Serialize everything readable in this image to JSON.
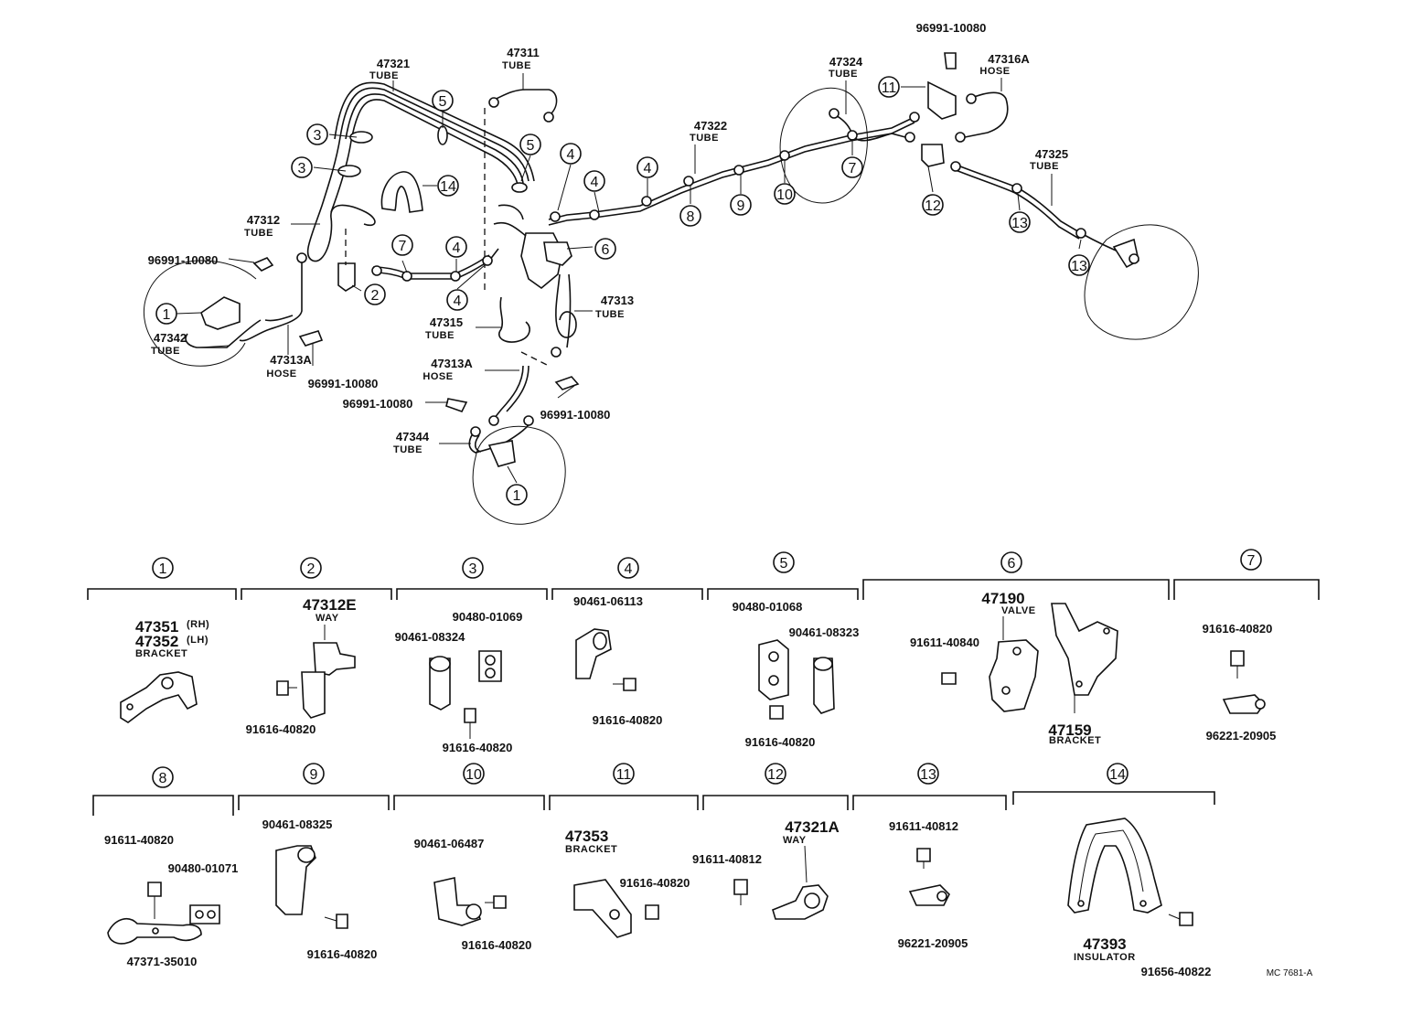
{
  "labels": {
    "tube": "TUBE",
    "hose": "HOSE",
    "way": "WAY",
    "bracket": "BRACKET",
    "valve": "VALVE",
    "insulator": "INSULATOR"
  },
  "top_parts": {
    "p47321": "47321",
    "p47311": "47311",
    "p47324": "47324",
    "p96991_top": "96991-10080",
    "p47316A": "47316A",
    "p47322": "47322",
    "p47325": "47325",
    "p47312": "47312",
    "p96991_left": "96991-10080",
    "p47342": "47342",
    "p47313A_left": "47313A",
    "p96991_mid": "96991-10080",
    "p47313": "47313",
    "p47315": "47315",
    "p47313A_mid": "47313A",
    "p96991_low": "96991-10080",
    "p96991_low2": "96991-10080",
    "p47344": "47344"
  },
  "callouts": [
    "1",
    "2",
    "3",
    "4",
    "5",
    "6",
    "7",
    "8",
    "9",
    "10",
    "11",
    "12",
    "13",
    "14"
  ],
  "groups": {
    "g1": {
      "num": "1",
      "part_a": "47351",
      "part_a_side": "(RH)",
      "part_b": "47352",
      "part_b_side": "(LH)"
    },
    "g2": {
      "num": "2",
      "part": "47312E",
      "bolt": "91616-40820"
    },
    "g3": {
      "num": "3",
      "clamp_a": "90480-01069",
      "clamp_b": "90461-08324",
      "bolt": "91616-40820"
    },
    "g4": {
      "num": "4",
      "clamp": "90461-06113",
      "bolt": "91616-40820"
    },
    "g5": {
      "num": "5",
      "clamp_a": "90480-01068",
      "clamp_b": "90461-08323",
      "bolt": "91616-40820"
    },
    "g6": {
      "num": "6",
      "valve": "47190",
      "bolt": "91611-40840",
      "bracket": "47159"
    },
    "g7": {
      "num": "7",
      "bolt": "91616-40820",
      "clamp": "96221-20905"
    },
    "g8": {
      "num": "8",
      "bolt": "91611-40820",
      "clamp": "90480-01071",
      "bracket": "47371-35010"
    },
    "g9": {
      "num": "9",
      "clamp": "90461-08325",
      "bolt": "91616-40820"
    },
    "g10": {
      "num": "10",
      "clamp": "90461-06487",
      "bolt": "91616-40820"
    },
    "g11": {
      "num": "11",
      "bracket": "47353",
      "bolt": "91616-40820"
    },
    "g12": {
      "num": "12",
      "bolt": "91611-40812",
      "way": "47321A"
    },
    "g13": {
      "num": "13",
      "bolt": "91611-40812",
      "clamp": "96221-20905"
    },
    "g14": {
      "num": "14",
      "insulator": "47393",
      "bolt": "91656-40822"
    }
  },
  "footer": {
    "code": "MC  7681-A"
  }
}
